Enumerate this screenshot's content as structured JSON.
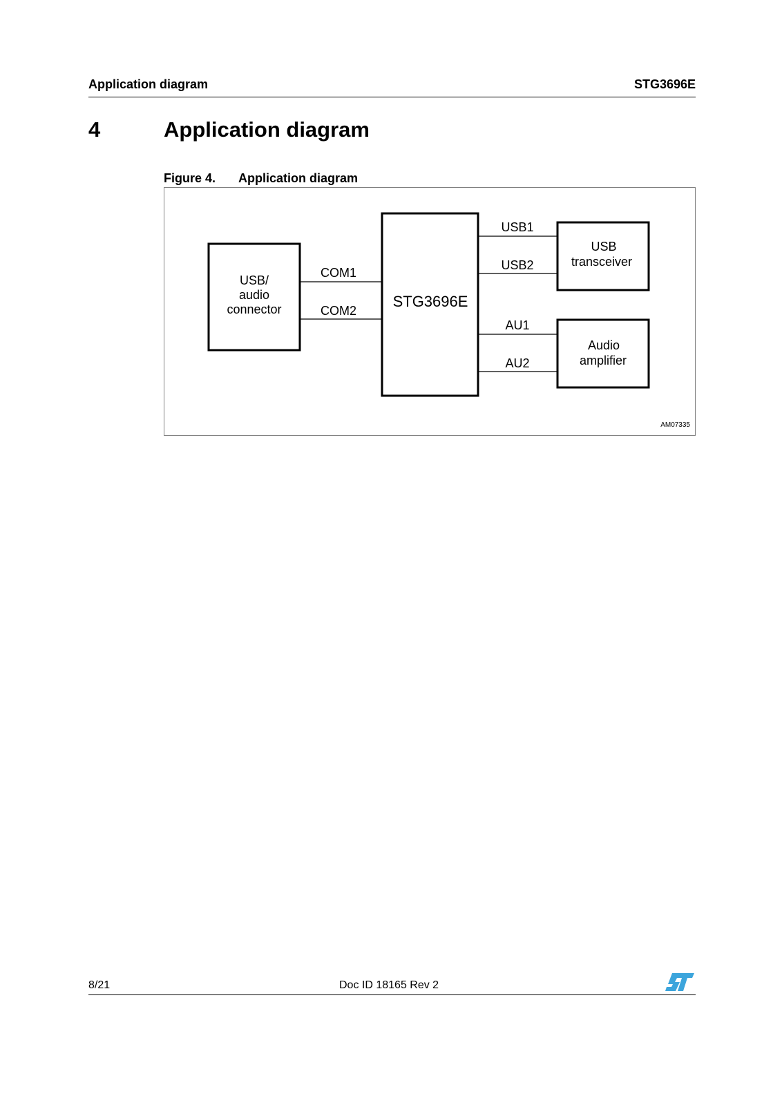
{
  "header": {
    "section_label": "Application diagram",
    "part_number": "STG3696E"
  },
  "section": {
    "number": "4",
    "title": "Application diagram"
  },
  "figure": {
    "label": "Figure 4.",
    "title": "Application diagram",
    "id_code": "AM07335",
    "blocks": {
      "connector": [
        "USB/",
        "audio",
        "connector"
      ],
      "switch": "STG3696E",
      "usb_transceiver": [
        "USB",
        "transceiver"
      ],
      "audio_amplifier": [
        "Audio",
        "amplifier"
      ]
    },
    "signals": {
      "com1": "COM1",
      "com2": "COM2",
      "usb1": "USB1",
      "usb2": "USB2",
      "au1": "AU1",
      "au2": "AU2"
    }
  },
  "footer": {
    "page": "8/21",
    "doc_id": "Doc ID 18165 Rev 2"
  },
  "colors": {
    "logo": "#3CA5DC"
  },
  "icons": {
    "logo": "st-logo-icon"
  }
}
